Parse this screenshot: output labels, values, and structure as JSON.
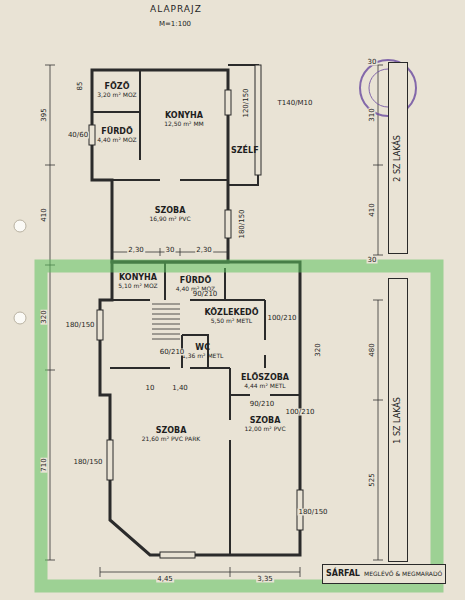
{
  "diagram": {
    "title": "ALAPRAJZ",
    "nodes": [
      {
        "text": [
          "FŐZŐ",
          "3,20 m² MOZ"
        ]
      },
      {
        "text": [
          "FÜRDŐ",
          "4,40 m² MOZ"
        ]
      },
      {
        "text": [
          "KONYHA",
          "12,50 m² MM"
        ]
      },
      {
        "text": [
          "SZÉLF"
        ]
      },
      {
        "text": [
          "SZOBA",
          "16,90 m² PVC"
        ]
      },
      {
        "text": [
          "KONYHA",
          "5,10 m² MOZ"
        ]
      },
      {
        "text": [
          "FÜRDŐ",
          "4,40 m² MOZ"
        ]
      },
      {
        "text": [
          "KÖZLEKEDŐ",
          "5,50 m² METL"
        ]
      },
      {
        "text": [
          "WC",
          "1,36 m² METL"
        ]
      },
      {
        "text": [
          "ELŐSZOBA",
          "4,44 m² METL"
        ]
      },
      {
        "text": [
          "SZOBA",
          "21,60 m² PVC PARK"
        ]
      },
      {
        "text": [
          "SZOBA",
          "12,00 m² PVC"
        ]
      },
      {
        "text": [
          "2 SZ LAKÁS"
        ]
      },
      {
        "text": [
          "1 SZ LAKÁS"
        ]
      },
      {
        "text": [
          "SÁRFAL",
          "MEGLÉVŐ & MEGMARADÓ"
        ]
      }
    ],
    "labels": [
      "M=1:100",
      "395",
      "410",
      "320",
      "710",
      "4,45",
      "3,35",
      "2,30",
      "30",
      "2,30",
      "310",
      "410",
      "480",
      "525",
      "120/150",
      "T140/M10",
      "180/150",
      "40/60",
      "180/150",
      "100/210",
      "90/210",
      "60/210",
      "100/210",
      "180/150",
      "180/150",
      "90/210",
      "10",
      "1,40",
      "320",
      "30",
      "85",
      "30"
    ]
  }
}
